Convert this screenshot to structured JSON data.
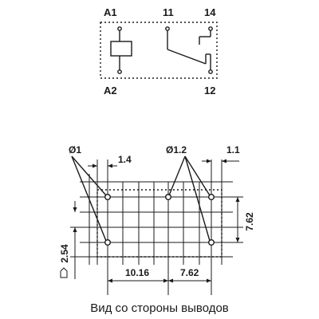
{
  "schematic": {
    "pins": {
      "a1": "A1",
      "a2": "A2",
      "p11": "11",
      "p12": "12",
      "p14": "14"
    }
  },
  "footprint": {
    "dims": {
      "hole_dia_small": "Ø1",
      "hole_dia_large": "Ø1.2",
      "offset_left": "1.4",
      "offset_right": "1.1",
      "row_pitch": "7.62",
      "grid_pitch": "2.54",
      "span_left": "10.16",
      "span_right": "7.62"
    }
  },
  "caption": "Вид со стороны выводов"
}
